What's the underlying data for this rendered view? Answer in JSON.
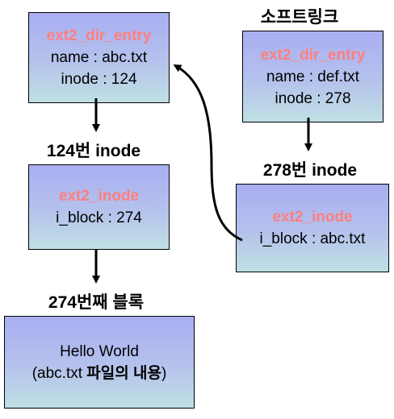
{
  "left_column": {
    "dir_entry": {
      "title": "ext2_dir_entry",
      "name": "name : abc.txt",
      "inode": "inode : 124"
    },
    "inode_heading": "124번 inode",
    "inode_box": {
      "title": "ext2_inode",
      "block": "i_block : 274"
    },
    "block_heading": "274번째 블록",
    "block_box": {
      "line1": "Hello World",
      "line2_prefix": "(abc.txt ",
      "line2_bold": "파일의 내용",
      "line2_suffix": ")"
    }
  },
  "right_column": {
    "heading": "소프트링크",
    "dir_entry": {
      "title": "ext2_dir_entry",
      "name": "name : def.txt",
      "inode": "inode : 278"
    },
    "inode_heading": "278번 inode",
    "inode_box": {
      "title": "ext2_inode",
      "block": "i_block : abc.txt"
    }
  }
}
